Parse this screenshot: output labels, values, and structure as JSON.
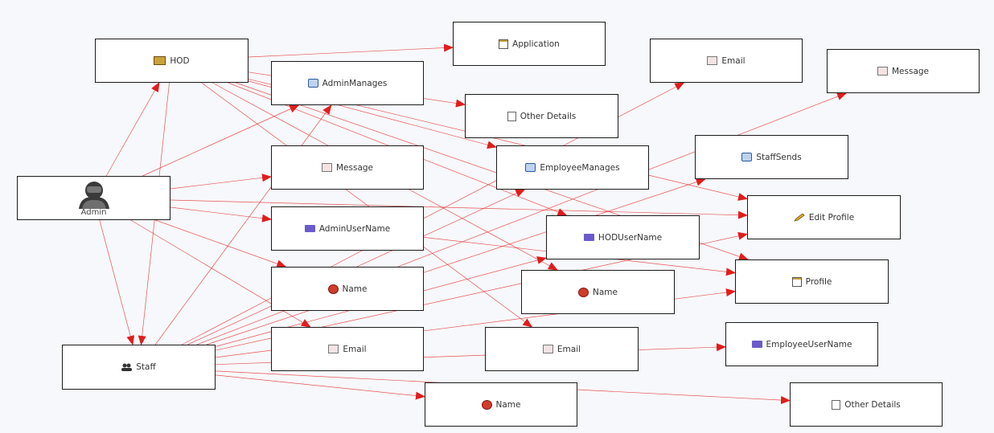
{
  "colors": {
    "edge": "#e21c1c",
    "border": "#1a1a1a",
    "background": "#f7f8fb"
  },
  "nodes": {
    "admin": {
      "label": "Admin",
      "icon": "person-icon"
    },
    "hod": {
      "label": "HOD",
      "icon": "id-card-icon"
    },
    "staff": {
      "label": "Staff",
      "icon": "group-icon"
    },
    "application": {
      "label": "Application",
      "icon": "note-icon"
    },
    "admin_manages": {
      "label": "AdminManages",
      "icon": "inbox-icon"
    },
    "email_top": {
      "label": "Email",
      "icon": "envelope-icon"
    },
    "message_right": {
      "label": "Message",
      "icon": "envelope-icon"
    },
    "other_details_top": {
      "label": "Other Details",
      "icon": "page-icon"
    },
    "message_mid": {
      "label": "Message",
      "icon": "envelope-icon"
    },
    "employee_manages": {
      "label": "EmployeeManages",
      "icon": "inbox-icon"
    },
    "staff_sends": {
      "label": "StaffSends",
      "icon": "inbox-icon"
    },
    "edit_profile": {
      "label": "Edit Profile",
      "icon": "pencil-icon"
    },
    "admin_username": {
      "label": "AdminUserName",
      "icon": "id-badge-icon"
    },
    "hod_username": {
      "label": "HODUserName",
      "icon": "id-badge-icon"
    },
    "profile": {
      "label": "Profile",
      "icon": "note-icon"
    },
    "name_left": {
      "label": "Name",
      "icon": "face-icon"
    },
    "name_mid": {
      "label": "Name",
      "icon": "face-icon"
    },
    "email_left": {
      "label": "Email",
      "icon": "envelope-icon"
    },
    "email_mid": {
      "label": "Email",
      "icon": "envelope-icon"
    },
    "employee_username": {
      "label": "EmployeeUserName",
      "icon": "id-badge-icon"
    },
    "name_bottom": {
      "label": "Name",
      "icon": "face-icon"
    },
    "other_details_bottom": {
      "label": "Other Details",
      "icon": "page-icon"
    }
  },
  "edges": [
    [
      "admin",
      "hod"
    ],
    [
      "admin",
      "staff"
    ],
    [
      "admin",
      "admin_manages"
    ],
    [
      "admin",
      "message_mid"
    ],
    [
      "admin",
      "admin_username"
    ],
    [
      "admin",
      "name_left"
    ],
    [
      "admin",
      "email_left"
    ],
    [
      "admin",
      "edit_profile"
    ],
    [
      "hod",
      "application"
    ],
    [
      "hod",
      "other_details_top"
    ],
    [
      "hod",
      "employee_manages"
    ],
    [
      "hod",
      "edit_profile"
    ],
    [
      "hod",
      "profile"
    ],
    [
      "hod",
      "hod_username"
    ],
    [
      "hod",
      "name_mid"
    ],
    [
      "hod",
      "email_mid"
    ],
    [
      "staff",
      "admin_manages"
    ],
    [
      "staff",
      "email_top"
    ],
    [
      "staff",
      "message_right"
    ],
    [
      "staff",
      "staff_sends"
    ],
    [
      "staff",
      "edit_profile"
    ],
    [
      "staff",
      "profile"
    ],
    [
      "staff",
      "employee_username"
    ],
    [
      "staff",
      "name_bottom"
    ],
    [
      "staff",
      "other_details_bottom"
    ],
    [
      "staff",
      "hod_username"
    ],
    [
      "staff",
      "employee_manages"
    ],
    [
      "admin_username",
      "profile"
    ],
    [
      "hod",
      "staff"
    ]
  ]
}
